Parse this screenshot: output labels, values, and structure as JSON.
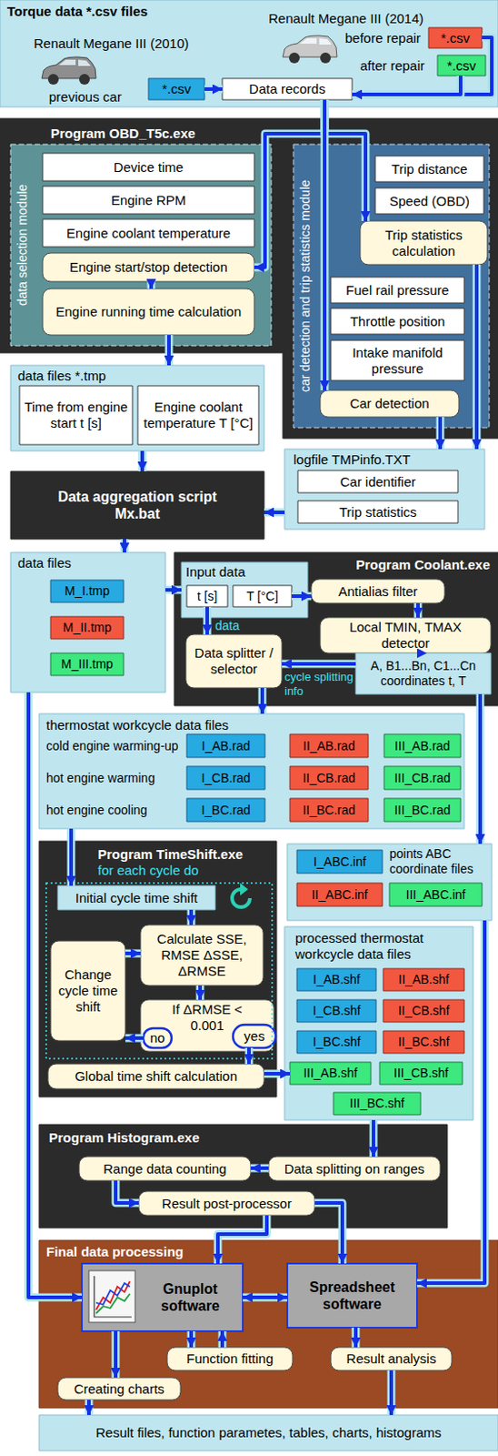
{
  "diagram": {
    "nodes": [
      {
        "text": [
          "Torque data *.csv files"
        ]
      },
      {
        "text": [
          "*.csv"
        ],
        "in": 0
      },
      {
        "text": [
          "Data records"
        ],
        "in": 0
      },
      {
        "text": [
          "*.csv"
        ],
        "in": 0
      },
      {
        "text": [
          "*.csv"
        ],
        "in": 0
      },
      {
        "text": [
          "Program OBD_T5c.exe"
        ]
      },
      {
        "text": [
          "data selection module"
        ],
        "in": 5
      },
      {
        "text": [
          "Device time"
        ],
        "in": 6
      },
      {
        "text": [
          "Engine RPM"
        ],
        "in": 6
      },
      {
        "text": [
          "Engine coolant temperature"
        ],
        "in": 6
      },
      {
        "text": [
          "Engine start/stop detection"
        ],
        "in": 6
      },
      {
        "text": [
          "Engine running time calculation"
        ],
        "in": 6
      },
      {
        "text": [
          "car detection and trip statistics module"
        ],
        "in": 5
      },
      {
        "text": [
          "Trip distance"
        ],
        "in": 12
      },
      {
        "text": [
          "Speed (OBD)"
        ],
        "in": 12
      },
      {
        "text": [
          "Trip statistics calculation"
        ],
        "in": 12
      },
      {
        "text": [
          "Fuel rail pressure"
        ],
        "in": 12
      },
      {
        "text": [
          "Throttle position"
        ],
        "in": 12
      },
      {
        "text": [
          "Intake manifold pressure"
        ],
        "in": 12
      },
      {
        "text": [
          "Car detection"
        ],
        "in": 12
      },
      {
        "text": [
          "data files *.tmp"
        ]
      },
      {
        "text": [
          "Time from engine start t [s]"
        ],
        "in": 20
      },
      {
        "text": [
          "Engine coolant temperature T [°C]"
        ],
        "in": 20
      },
      {
        "text": [
          "logfile TMPinfo.TXT"
        ]
      },
      {
        "text": [
          "Car identifier"
        ],
        "in": 23
      },
      {
        "text": [
          "Trip statistics"
        ],
        "in": 23
      },
      {
        "text": [
          "Data aggregation script Mx.bat"
        ]
      },
      {
        "text": [
          "data files"
        ]
      },
      {
        "text": [
          "M_I.tmp"
        ],
        "in": 27
      },
      {
        "text": [
          "M_II.tmp"
        ],
        "in": 27
      },
      {
        "text": [
          "M_III.tmp"
        ],
        "in": 27
      },
      {
        "text": [
          "Program Coolant.exe"
        ]
      },
      {
        "text": [
          "Input data"
        ],
        "in": 31
      },
      {
        "text": [
          "t [s]"
        ],
        "in": 32
      },
      {
        "text": [
          "T [°C]"
        ],
        "in": 32
      },
      {
        "text": [
          "Antialias filter"
        ],
        "in": 31
      },
      {
        "text": [
          "Local TMIN, TMAX detector"
        ],
        "in": 31
      },
      {
        "text": [
          "Data splitter / selector"
        ],
        "in": 31
      },
      {
        "text": [
          "A, B1...Bn, C1...Cn coordinates t, T"
        ],
        "in": 31
      },
      {
        "text": [
          "thermostat workcycle data files",
          "cold engine warming-up",
          "hot engine warming",
          "hot engine cooling"
        ]
      },
      {
        "text": [
          "I_AB.rad"
        ],
        "in": 39
      },
      {
        "text": [
          "II_AB.rad"
        ],
        "in": 39
      },
      {
        "text": [
          "III_AB.rad"
        ],
        "in": 39
      },
      {
        "text": [
          "I_CB.rad"
        ],
        "in": 39
      },
      {
        "text": [
          "II_CB.rad"
        ],
        "in": 39
      },
      {
        "text": [
          "III_CB.rad"
        ],
        "in": 39
      },
      {
        "text": [
          "I_BC.rad"
        ],
        "in": 39
      },
      {
        "text": [
          "II_BC.rad"
        ],
        "in": 39
      },
      {
        "text": [
          "III_BC.rad"
        ],
        "in": 39
      },
      {
        "text": [
          "Program TimeShift.exe",
          "for each cycle do"
        ]
      },
      {
        "text": [
          "Initial cycle time shift"
        ],
        "in": 49
      },
      {
        "text": [
          "Calculate SSE, RMSE ΔSSE, ΔRMSE"
        ],
        "in": 49
      },
      {
        "text": [
          "Change cycle time shift"
        ],
        "in": 49
      },
      {
        "text": [
          "If ΔRMSE < 0.001"
        ],
        "in": 49
      },
      {
        "text": [
          "no"
        ],
        "in": 53
      },
      {
        "text": [
          "yes"
        ],
        "in": 53
      },
      {
        "text": [
          "Global time shift calculation"
        ],
        "in": 49
      },
      {
        "text": [
          "points ABC coordinate files"
        ]
      },
      {
        "text": [
          "I_ABC.inf"
        ],
        "in": 57
      },
      {
        "text": [
          "II_ABC.inf"
        ],
        "in": 57
      },
      {
        "text": [
          "III_ABC.inf"
        ],
        "in": 57
      },
      {
        "text": [
          "processed thermostat workcycle data files"
        ]
      },
      {
        "text": [
          "I_AB.shf"
        ],
        "in": 61
      },
      {
        "text": [
          "II_AB.shf"
        ],
        "in": 61
      },
      {
        "text": [
          "I_CB.shf"
        ],
        "in": 61
      },
      {
        "text": [
          "II_CB.shf"
        ],
        "in": 61
      },
      {
        "text": [
          "I_BC.shf"
        ],
        "in": 61
      },
      {
        "text": [
          "II_BC.shf"
        ],
        "in": 61
      },
      {
        "text": [
          "III_AB.shf"
        ],
        "in": 61
      },
      {
        "text": [
          "III_CB.shf"
        ],
        "in": 61
      },
      {
        "text": [
          "III_BC.shf"
        ],
        "in": 61
      },
      {
        "text": [
          "Program Histogram.exe"
        ]
      },
      {
        "text": [
          "Range data counting"
        ],
        "in": 71
      },
      {
        "text": [
          "Data splitting on ranges"
        ],
        "in": 71
      },
      {
        "text": [
          "Result post-processor"
        ],
        "in": 71
      },
      {
        "text": [
          "Final data processing"
        ]
      },
      {
        "text": [
          "Gnuplot software"
        ],
        "in": 75
      },
      {
        "text": [
          "Spreadsheet software"
        ],
        "in": 75
      },
      {
        "text": [
          "Function fitting"
        ],
        "in": 75
      },
      {
        "text": [
          "Result analysis"
        ],
        "in": 75
      },
      {
        "text": [
          "Creating charts"
        ],
        "in": 75
      },
      {
        "text": [
          "Result files, function parametes, tables, charts, histograms"
        ]
      }
    ],
    "edges": [
      {
        "from": 1,
        "to": 2,
        "arrow": "to"
      },
      {
        "from": 3,
        "to": 2,
        "arrow": "to"
      },
      {
        "from": 4,
        "to": 2,
        "arrow": "to"
      },
      {
        "from": 2,
        "to": 10,
        "arrow": "to"
      },
      {
        "from": 2,
        "to": 15,
        "arrow": "to"
      },
      {
        "from": 2,
        "to": 19,
        "arrow": "to"
      },
      {
        "from": 10,
        "to": 11,
        "arrow": "to"
      },
      {
        "from": 11,
        "to": 20,
        "arrow": "to"
      },
      {
        "from": 15,
        "to": 23,
        "arrow": "to"
      },
      {
        "from": 19,
        "to": 23,
        "arrow": "to"
      },
      {
        "from": 20,
        "to": 26,
        "arrow": "to"
      },
      {
        "from": 23,
        "to": 26,
        "arrow": "to"
      },
      {
        "from": 26,
        "to": 27,
        "arrow": "to"
      },
      {
        "from": 27,
        "to": 32,
        "arrow": "to"
      },
      {
        "from": 33,
        "to": 37,
        "arrow": "to"
      },
      {
        "from": 34,
        "to": 35,
        "arrow": "to"
      },
      {
        "from": 35,
        "to": 36,
        "arrow": "to"
      },
      {
        "from": 36,
        "to": 38,
        "arrow": "to"
      },
      {
        "from": 38,
        "to": 37,
        "arrow": "to"
      },
      {
        "from": 37,
        "to": 39,
        "arrow": "to"
      },
      {
        "from": 38,
        "to": 57,
        "arrow": "to"
      },
      {
        "from": 27,
        "to": 76,
        "arrow": "to"
      },
      {
        "from": 39,
        "to": 50,
        "arrow": "to"
      },
      {
        "from": 50,
        "to": 51,
        "arrow": "to"
      },
      {
        "from": 52,
        "to": 51,
        "arrow": "to"
      },
      {
        "from": 51,
        "to": 53,
        "arrow": "to"
      },
      {
        "from": 54,
        "to": 52,
        "arrow": "to"
      },
      {
        "from": 55,
        "to": 56,
        "arrow": "to"
      },
      {
        "from": 56,
        "to": 68,
        "arrow": "to"
      },
      {
        "from": 61,
        "to": 73,
        "arrow": "to"
      },
      {
        "from": 73,
        "to": 72,
        "arrow": "to"
      },
      {
        "from": 72,
        "to": 74,
        "arrow": "to"
      },
      {
        "from": 74,
        "to": 77,
        "arrow": "to"
      },
      {
        "from": 74,
        "to": 76,
        "arrow": "to"
      },
      {
        "from": 57,
        "to": 77,
        "arrow": "to"
      },
      {
        "from": 76,
        "to": 77,
        "arrow": "both"
      },
      {
        "from": 76,
        "to": 78,
        "arrow": "to"
      },
      {
        "from": 78,
        "to": 76,
        "arrow": "to"
      },
      {
        "from": 77,
        "to": 79,
        "arrow": "to"
      },
      {
        "from": 76,
        "to": 80,
        "arrow": "to"
      },
      {
        "from": 80,
        "to": 81,
        "arrow": "to"
      },
      {
        "from": 79,
        "to": 81,
        "arrow": "to"
      }
    ],
    "labels": [
      "Renault Megane III (2010)",
      "previous car",
      "Renault Megane III (2014)",
      "before repair",
      "after repair",
      "data",
      "cycle splitting info"
    ]
  }
}
